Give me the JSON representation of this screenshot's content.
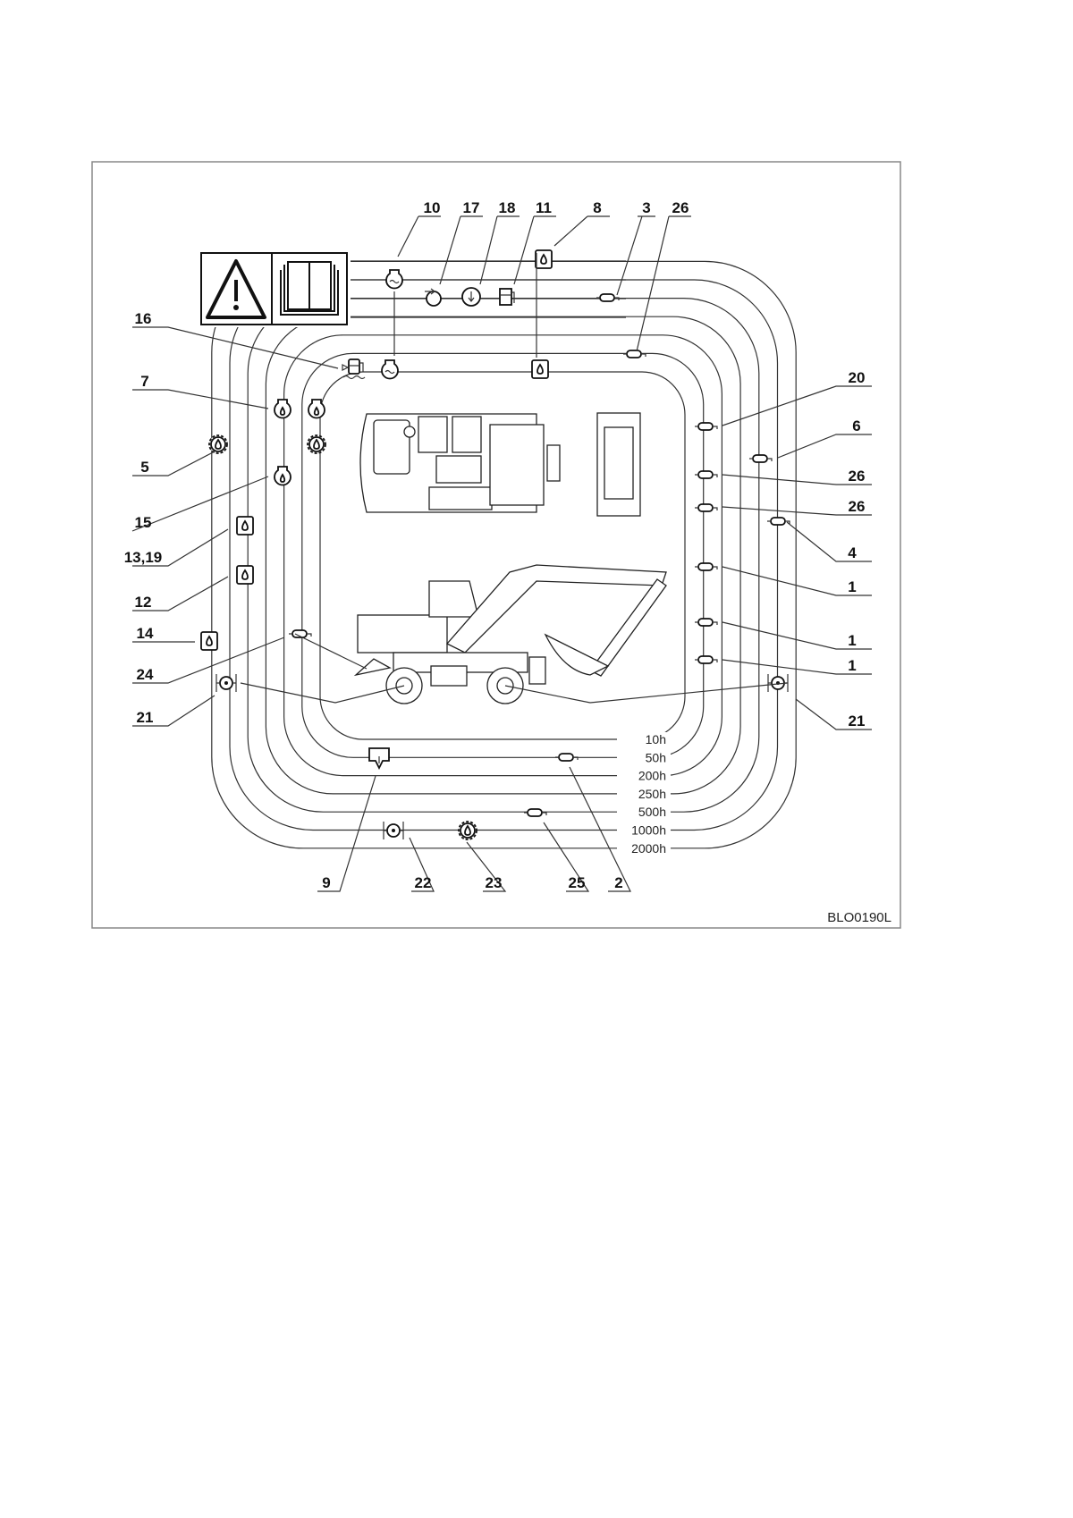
{
  "figure": {
    "code": "BLO0190L",
    "safety_panel": {
      "icons": [
        "warning-triangle-icon",
        "operator-manual-icon"
      ]
    },
    "service_intervals": [
      "10h",
      "50h",
      "200h",
      "250h",
      "500h",
      "1000h",
      "2000h"
    ],
    "callouts": {
      "top": [
        "10",
        "17",
        "18",
        "11",
        "8",
        "3",
        "26"
      ],
      "left": [
        "16",
        "7",
        "5",
        "15",
        "13,19",
        "12",
        "14",
        "24",
        "21"
      ],
      "right": [
        "20",
        "6",
        "26",
        "26",
        "4",
        "1",
        "1",
        "1",
        "21"
      ],
      "bottom": [
        "9",
        "22",
        "23",
        "25",
        "2"
      ]
    }
  }
}
